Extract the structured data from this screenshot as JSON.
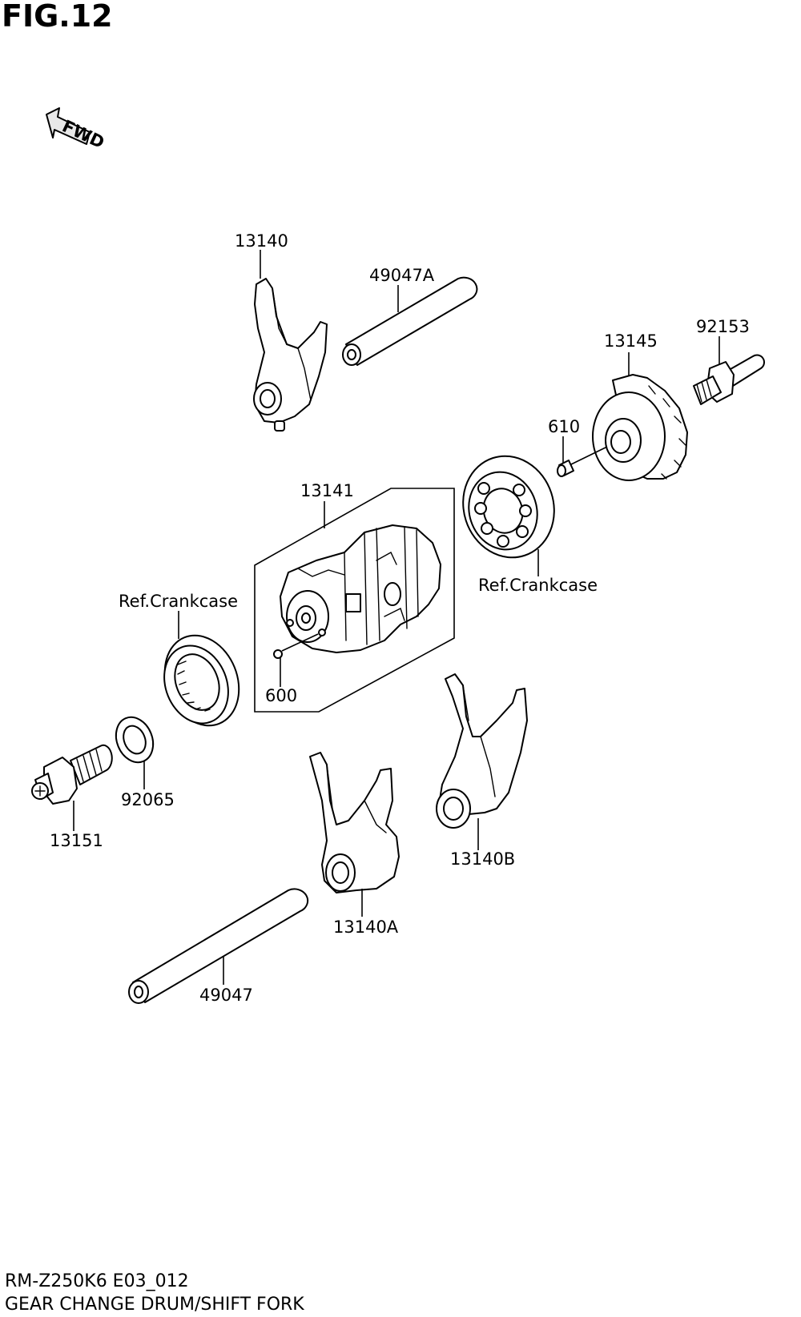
{
  "figure": {
    "title": "FIG.12"
  },
  "direction_marker": {
    "text": "FWD"
  },
  "parts": {
    "shift_fork_top": "13140",
    "shaft_a": "49047A",
    "cam": "13145",
    "bolt": "92153",
    "pin_610": "610",
    "drum": "13141",
    "ref_crankcase_right": "Ref.Crankcase",
    "ref_crankcase_left": "Ref.Crankcase",
    "pin_600": "600",
    "washer": "92065",
    "switch": "13151",
    "fork_b": "13140B",
    "fork_a": "13140A",
    "shaft": "49047"
  },
  "footer": {
    "model_code": "RM-Z250K6 E03_012",
    "section_title": "GEAR CHANGE DRUM/SHIFT FORK"
  }
}
